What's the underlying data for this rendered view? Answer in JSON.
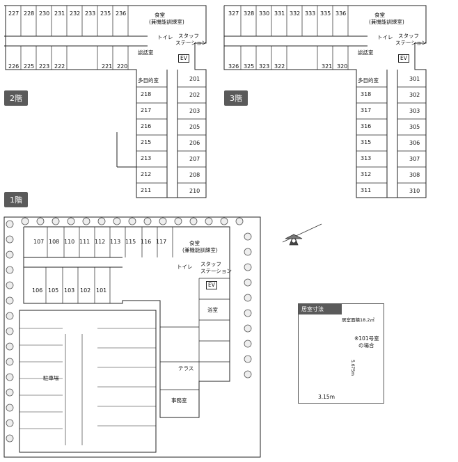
{
  "floors": {
    "f2": {
      "tag": "2階",
      "top_rooms": [
        "227",
        "228",
        "230",
        "231",
        "232",
        "233",
        "235",
        "236"
      ],
      "mid_rooms": [
        "226",
        "225",
        "223",
        "222",
        "221",
        "220"
      ],
      "right_rooms": [
        "201",
        "202",
        "203",
        "205",
        "206",
        "207",
        "208",
        "210"
      ],
      "left_rooms": [
        "218",
        "217",
        "216",
        "215",
        "213",
        "212",
        "211"
      ],
      "labels": {
        "dining": "食堂",
        "dining_sub": "(兼機能訓練室)",
        "toilet": "トイレ",
        "staff": "スタッフ",
        "station": "ステーション",
        "ev": "EV",
        "talk": "談話室",
        "multi": "多目的室"
      }
    },
    "f3": {
      "tag": "3階",
      "top_rooms": [
        "327",
        "328",
        "330",
        "331",
        "332",
        "333",
        "335",
        "336"
      ],
      "mid_rooms": [
        "326",
        "325",
        "323",
        "322",
        "321",
        "320"
      ],
      "right_rooms": [
        "301",
        "302",
        "303",
        "305",
        "306",
        "307",
        "308",
        "310"
      ],
      "left_rooms": [
        "318",
        "317",
        "316",
        "315",
        "313",
        "312",
        "311"
      ],
      "labels": {
        "dining": "食堂",
        "dining_sub": "(兼機能訓練室)",
        "toilet": "トイレ",
        "staff": "スタッフ",
        "station": "ステーション",
        "ev": "EV",
        "talk": "談話室",
        "multi": "多目的室"
      }
    },
    "f1": {
      "tag": "1階",
      "top_rooms": [
        "107",
        "108",
        "110",
        "111",
        "112",
        "113",
        "115",
        "116",
        "117"
      ],
      "bottom_rooms": [
        "106",
        "105",
        "103",
        "102",
        "101"
      ],
      "labels": {
        "dining": "食堂",
        "dining_sub": "(兼機能訓練室)",
        "toilet": "トイレ",
        "staff": "スタッフ",
        "station": "ステーション",
        "ev": "EV",
        "parking": "駐車場",
        "office": "事務室",
        "bath": "浴室",
        "terrace": "テラス"
      }
    }
  },
  "legend": {
    "title": "居室寸法",
    "area": "居室面積18.2㎡",
    "note": "※101号室",
    "note2": "の場合",
    "width": "3.15m",
    "depth": "5.675m"
  }
}
